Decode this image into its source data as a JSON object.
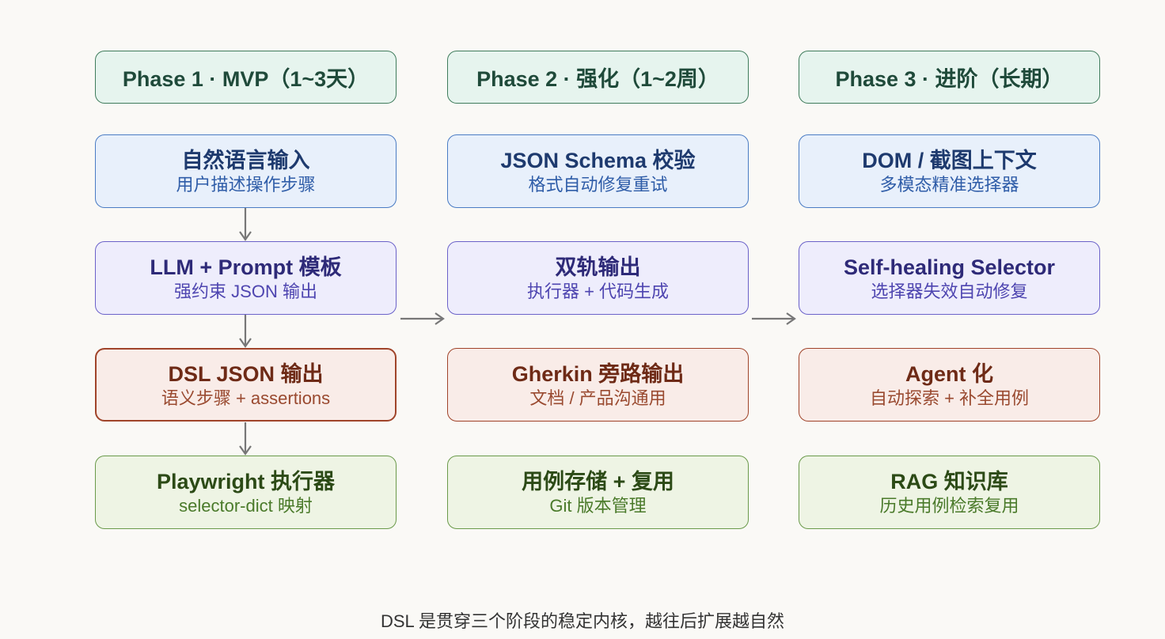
{
  "phases": [
    {
      "header": "Phase 1 · MVP（1~3天）",
      "nodes": [
        {
          "title": "自然语言输入",
          "sub": "用户描述操作步骤",
          "color": "blue"
        },
        {
          "title": "LLM + Prompt 模板",
          "sub": "强约束 JSON 输出",
          "color": "purple"
        },
        {
          "title": "DSL JSON 输出",
          "sub": "语义步骤 + assertions",
          "color": "red"
        },
        {
          "title": "Playwright 执行器",
          "sub": "selector-dict 映射",
          "color": "green"
        }
      ]
    },
    {
      "header": "Phase 2 · 强化（1~2周）",
      "nodes": [
        {
          "title": "JSON Schema 校验",
          "sub": "格式自动修复重试",
          "color": "blue"
        },
        {
          "title": "双轨输出",
          "sub": "执行器 + 代码生成",
          "color": "purple"
        },
        {
          "title": "Gherkin 旁路输出",
          "sub": "文档 / 产品沟通用",
          "color": "red"
        },
        {
          "title": "用例存储 + 复用",
          "sub": "Git 版本管理",
          "color": "green"
        }
      ]
    },
    {
      "header": "Phase 3 · 进阶（长期）",
      "nodes": [
        {
          "title": "DOM / 截图上下文",
          "sub": "多模态精准选择器",
          "color": "blue"
        },
        {
          "title": "Self-healing Selector",
          "sub": "选择器失效自动修复",
          "color": "purple"
        },
        {
          "title": "Agent 化",
          "sub": "自动探索 + 补全用例",
          "color": "red"
        },
        {
          "title": "RAG 知识库",
          "sub": "历史用例检索复用",
          "color": "green"
        }
      ]
    }
  ],
  "footer": "DSL 是贯穿三个阶段的稳定内核，越往后扩展越自然"
}
